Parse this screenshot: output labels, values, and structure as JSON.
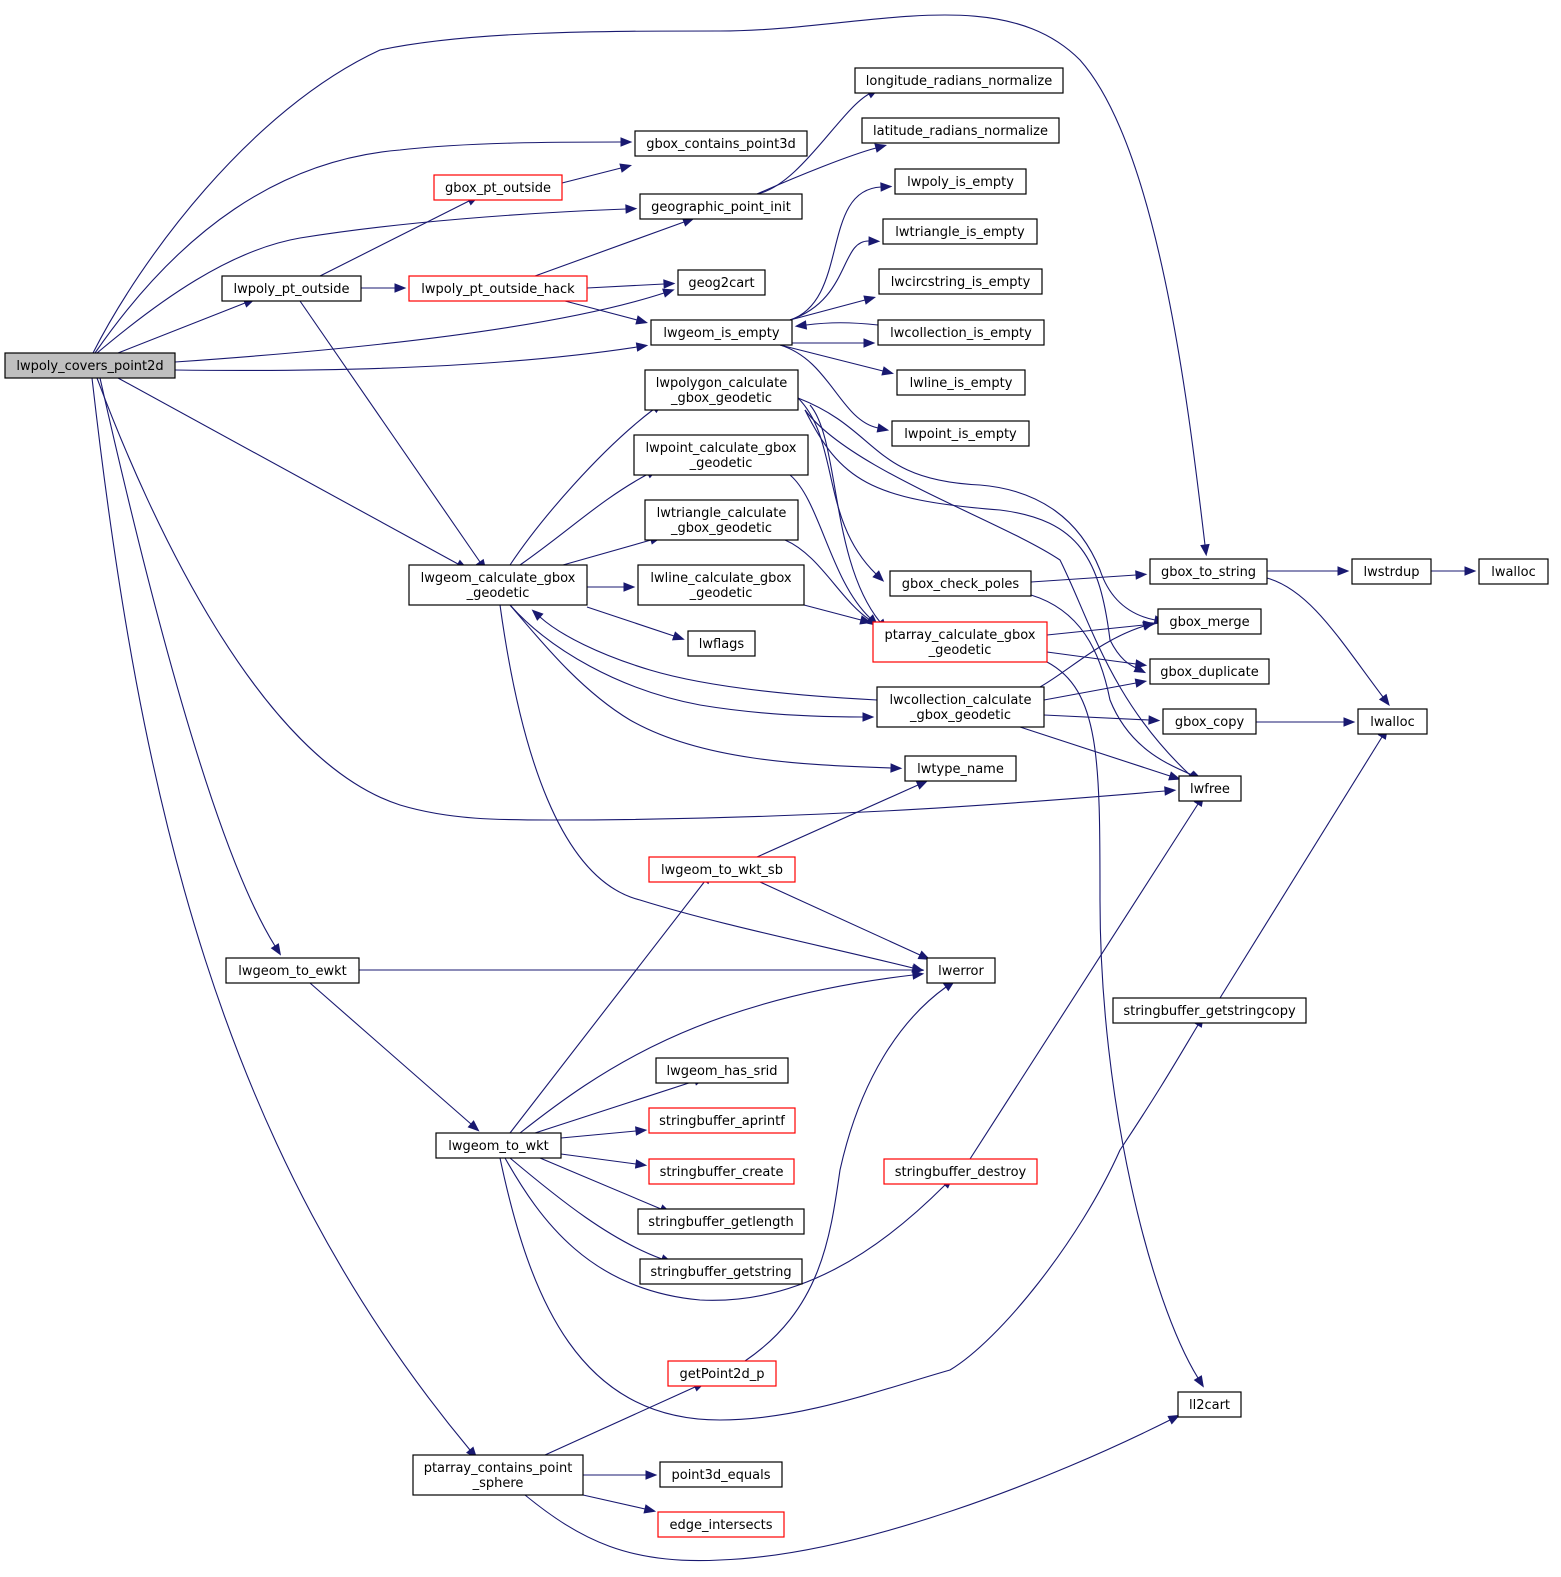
{
  "diagram": {
    "nodes": [
      {
        "id": "root",
        "lines": [
          "lwpoly_covers_point2d"
        ]
      },
      {
        "id": "lon",
        "lines": [
          "longitude_radians_normalize"
        ]
      },
      {
        "id": "lat",
        "lines": [
          "latitude_radians_normalize"
        ]
      },
      {
        "id": "gcp3d",
        "lines": [
          "gbox_contains_point3d"
        ]
      },
      {
        "id": "gpo",
        "lines": [
          "gbox_pt_outside"
        ]
      },
      {
        "id": "gpi",
        "lines": [
          "geographic_point_init"
        ]
      },
      {
        "id": "lpie",
        "lines": [
          "lwpoly_is_empty"
        ]
      },
      {
        "id": "ltie",
        "lines": [
          "lwtriangle_is_empty"
        ]
      },
      {
        "id": "lcsie",
        "lines": [
          "lwcircstring_is_empty"
        ]
      },
      {
        "id": "lpto",
        "lines": [
          "lwpoly_pt_outside"
        ]
      },
      {
        "id": "lptoh",
        "lines": [
          "lwpoly_pt_outside_hack"
        ]
      },
      {
        "id": "g2c",
        "lines": [
          "geog2cart"
        ]
      },
      {
        "id": "lgie",
        "lines": [
          "lwgeom_is_empty"
        ]
      },
      {
        "id": "lcie",
        "lines": [
          "lwcollection_is_empty"
        ]
      },
      {
        "id": "llie",
        "lines": [
          "lwline_is_empty"
        ]
      },
      {
        "id": "lptie",
        "lines": [
          "lwpoint_is_empty"
        ]
      },
      {
        "id": "lpcgg",
        "lines": [
          "lwpolygon_calculate",
          "_gbox_geodetic"
        ]
      },
      {
        "id": "lptcgg",
        "lines": [
          "lwpoint_calculate_gbox",
          "_geodetic"
        ]
      },
      {
        "id": "ltcgg",
        "lines": [
          "lwtriangle_calculate",
          "_gbox_geodetic"
        ]
      },
      {
        "id": "lgcgg",
        "lines": [
          "lwgeom_calculate_gbox",
          "_geodetic"
        ]
      },
      {
        "id": "llcgg",
        "lines": [
          "lwline_calculate_gbox",
          "_geodetic"
        ]
      },
      {
        "id": "gcp",
        "lines": [
          "gbox_check_poles"
        ]
      },
      {
        "id": "gts",
        "lines": [
          "gbox_to_string"
        ]
      },
      {
        "id": "lwstrdup",
        "lines": [
          "lwstrdup"
        ]
      },
      {
        "id": "lwalloc1",
        "lines": [
          "lwalloc"
        ]
      },
      {
        "id": "lwflags",
        "lines": [
          "lwflags"
        ]
      },
      {
        "id": "pacgg",
        "lines": [
          "ptarray_calculate_gbox",
          "_geodetic"
        ]
      },
      {
        "id": "gmerge",
        "lines": [
          "gbox_merge"
        ]
      },
      {
        "id": "gdup",
        "lines": [
          "gbox_duplicate"
        ]
      },
      {
        "id": "lccgg",
        "lines": [
          "lwcollection_calculate",
          "_gbox_geodetic"
        ]
      },
      {
        "id": "gcopy",
        "lines": [
          "gbox_copy"
        ]
      },
      {
        "id": "lwalloc2",
        "lines": [
          "lwalloc"
        ]
      },
      {
        "id": "ltn",
        "lines": [
          "lwtype_name"
        ]
      },
      {
        "id": "lwfree",
        "lines": [
          "lwfree"
        ]
      },
      {
        "id": "lgtwsb",
        "lines": [
          "lwgeom_to_wkt_sb"
        ]
      },
      {
        "id": "lgte",
        "lines": [
          "lwgeom_to_ewkt"
        ]
      },
      {
        "id": "lwerror",
        "lines": [
          "lwerror"
        ]
      },
      {
        "id": "sbgsc",
        "lines": [
          "stringbuffer_getstringcopy"
        ]
      },
      {
        "id": "lghs",
        "lines": [
          "lwgeom_has_srid"
        ]
      },
      {
        "id": "sbap",
        "lines": [
          "stringbuffer_aprintf"
        ]
      },
      {
        "id": "lgtw",
        "lines": [
          "lwgeom_to_wkt"
        ]
      },
      {
        "id": "sbcr",
        "lines": [
          "stringbuffer_create"
        ]
      },
      {
        "id": "sbde",
        "lines": [
          "stringbuffer_destroy"
        ]
      },
      {
        "id": "sbgl",
        "lines": [
          "stringbuffer_getlength"
        ]
      },
      {
        "id": "sbgs",
        "lines": [
          "stringbuffer_getstring"
        ]
      },
      {
        "id": "gp2d",
        "lines": [
          "getPoint2d_p"
        ]
      },
      {
        "id": "ll2cart",
        "lines": [
          "ll2cart"
        ]
      },
      {
        "id": "pacps",
        "lines": [
          "ptarray_contains_point",
          "_sphere"
        ]
      },
      {
        "id": "p3de",
        "lines": [
          "point3d_equals"
        ]
      },
      {
        "id": "ei",
        "lines": [
          "edge_intersects"
        ]
      }
    ],
    "colors": {
      "edge": "#191970",
      "node_border": "#000000",
      "node_border_incomplete": "#ff0000",
      "root_fill": "#bfbfbf"
    }
  }
}
